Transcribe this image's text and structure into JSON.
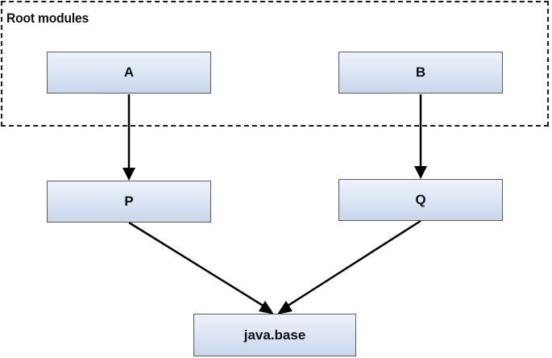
{
  "group": {
    "label": "Root modules"
  },
  "nodes": {
    "a": "A",
    "b": "B",
    "p": "P",
    "q": "Q",
    "base": "java.base"
  },
  "colors": {
    "node_fill_top": "#eef3fb",
    "node_fill_bottom": "#c9d7ec",
    "node_border": "#5a5a5a",
    "edge": "#000000",
    "group_border": "#1a1a1a"
  },
  "edges": [
    {
      "from": "A",
      "to": "P"
    },
    {
      "from": "B",
      "to": "Q"
    },
    {
      "from": "P",
      "to": "java.base"
    },
    {
      "from": "Q",
      "to": "java.base"
    }
  ]
}
